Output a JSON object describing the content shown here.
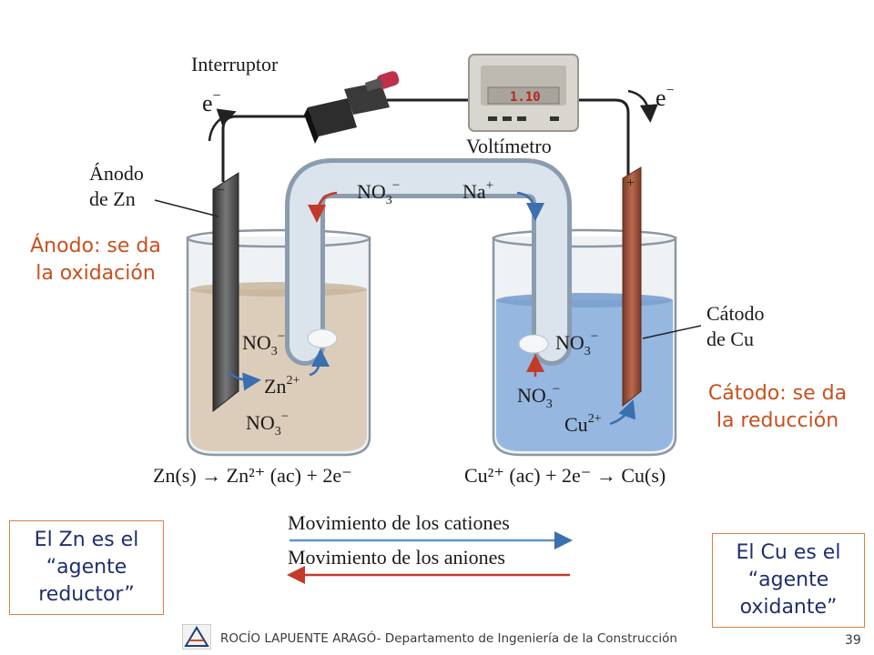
{
  "labels": {
    "interruptor": "Interruptor",
    "voltimetro": "Voltímetro",
    "display": "1.10",
    "electron": "e",
    "anodo_line1": "Ánodo",
    "anodo_line2": "de Zn",
    "catodo_line1": "Cátodo",
    "catodo_line2": "de Cu",
    "no3": "NO",
    "na": "Na",
    "zn2": "Zn",
    "cu2": "Cu",
    "minus": "−",
    "plus": "+"
  },
  "equations": {
    "anode": "Zn(s) → Zn²⁺ (ac) + 2e⁻",
    "cathode": "Cu²⁺ (ac) + 2e⁻ → Cu(s)"
  },
  "legend": {
    "cations": "Movimiento de los cationes",
    "anions": "Movimiento de los aniones"
  },
  "callouts": {
    "anode_line1": "Ánodo: se da",
    "anode_line2": "la oxidación",
    "cathode_line1": "Cátodo: se da",
    "cathode_line2": "la reducción",
    "zn_line1": "El Zn es el",
    "zn_line2": "“agente",
    "zn_line3": "reductor”",
    "cu_line1": "El Cu es el",
    "cu_line2": "“agente",
    "cu_line3": "oxidante”"
  },
  "footer": {
    "text": "ROCÍO LAPUENTE ARAGÓ- Departamento de Ingeniería de la Construcción",
    "page": "39"
  },
  "colors": {
    "anode_solution": "#d9c9b4",
    "cathode_solution": "#8fb3de",
    "zinc": "#4a4a4a",
    "copper": "#a0523a",
    "cation_arrow": "#5e94c8",
    "anion_arrow": "#c43a2a",
    "callout_orange": "#c8501e",
    "callout_navy": "#1f2f6e"
  }
}
